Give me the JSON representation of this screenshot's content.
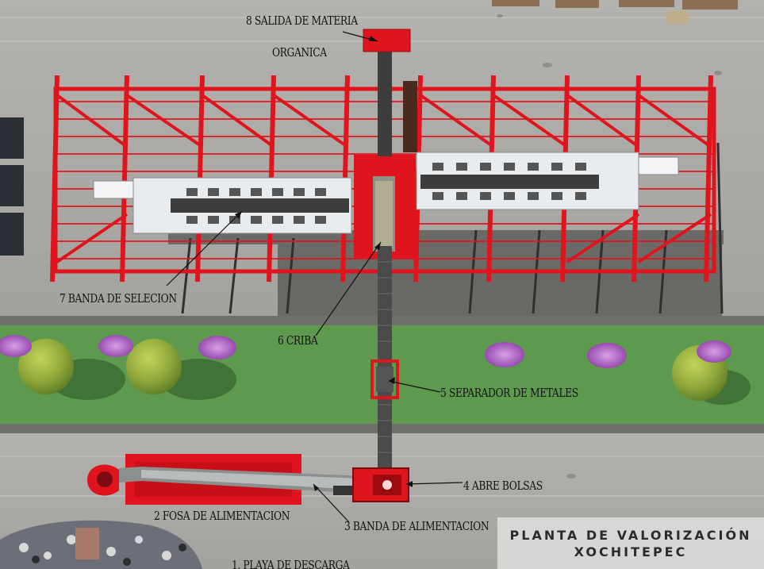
{
  "labels": {
    "l8_line1": "8 SALIDA DE MATERIA",
    "l8_line2": "ORGANICA",
    "l7": "7 BANDA DE SELECION",
    "l6": "6 CRIBA",
    "l5": "5 SEPARADOR DE METALES",
    "l4": "4 ABRE BOLSAS",
    "l2": "2 FOSA DE ALIMENTACION",
    "l3": "3 BANDA DE ALIMENTACION",
    "l1": "1. PLAYA DE DESCARGA"
  },
  "title": {
    "line1": "PLANTA DE VALORIZACIÓN",
    "line2": "XOCHITEPEC"
  },
  "colors": {
    "frame_red": "#e0141c",
    "ground_gray": "#a9a8a4",
    "grass_green": "#5e9a4e",
    "belt_white": "#e9ecee",
    "conveyor_dark": "#3d3d3d"
  }
}
